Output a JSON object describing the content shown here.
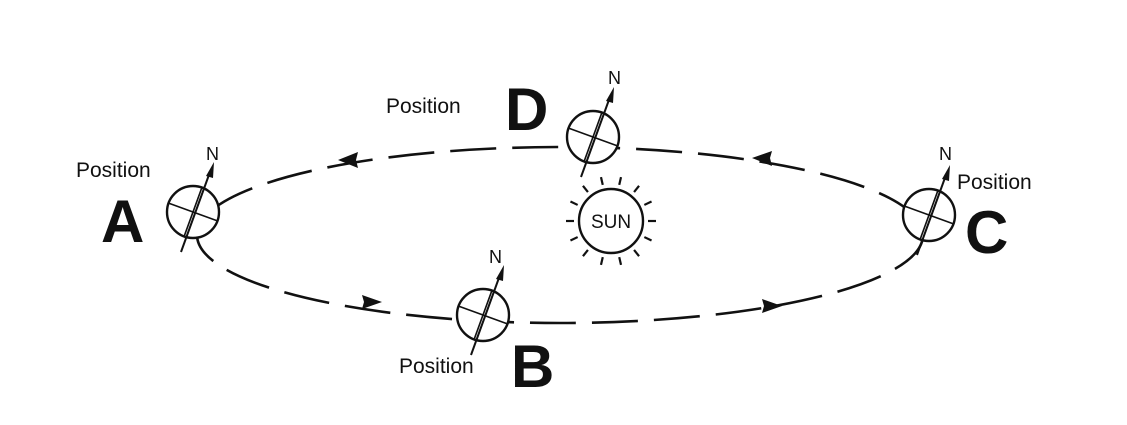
{
  "positions": {
    "a": {
      "word": "Position",
      "letter": "A",
      "north": "N"
    },
    "b": {
      "word": "Position",
      "letter": "B",
      "north": "N"
    },
    "c": {
      "word": "Position",
      "letter": "C",
      "north": "N"
    },
    "d": {
      "word": "Position",
      "letter": "D",
      "north": "N"
    }
  },
  "sun": {
    "label": "SUN"
  },
  "colors": {
    "ink": "#111111",
    "background": "#ffffff"
  }
}
